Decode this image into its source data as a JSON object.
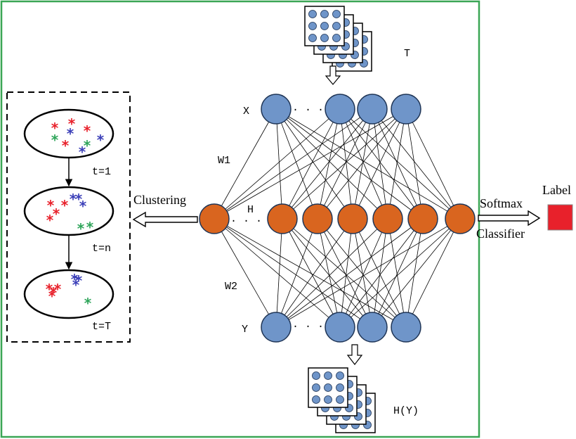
{
  "labels": {
    "input_T": "T",
    "layer_X": "X",
    "layer_H": "H",
    "layer_Y": "Y",
    "weights_W1": "W1",
    "weights_W2": "W2",
    "output_HY": "H(Y)",
    "clustering": "Clustering",
    "softmax": "Softmax",
    "classifier": "Classifier",
    "label": "Label",
    "t1": "t=1",
    "tn": "t=n",
    "tT": "t=T",
    "ellipsis": "·  ·  ·"
  },
  "colors": {
    "frame_green": "#3aa655",
    "node_blue": "#6f95c9",
    "node_orange": "#d9651f",
    "label_red": "#e8212b",
    "cluster_red": "#e8212b",
    "cluster_blue": "#3b3fb8",
    "cluster_green": "#2fa55a"
  },
  "clusters": [
    {
      "name": "t=1",
      "star_glyph": "*"
    },
    {
      "name": "t=n",
      "star_glyph": "*"
    },
    {
      "name": "t=T",
      "star_glyph": "*"
    }
  ]
}
